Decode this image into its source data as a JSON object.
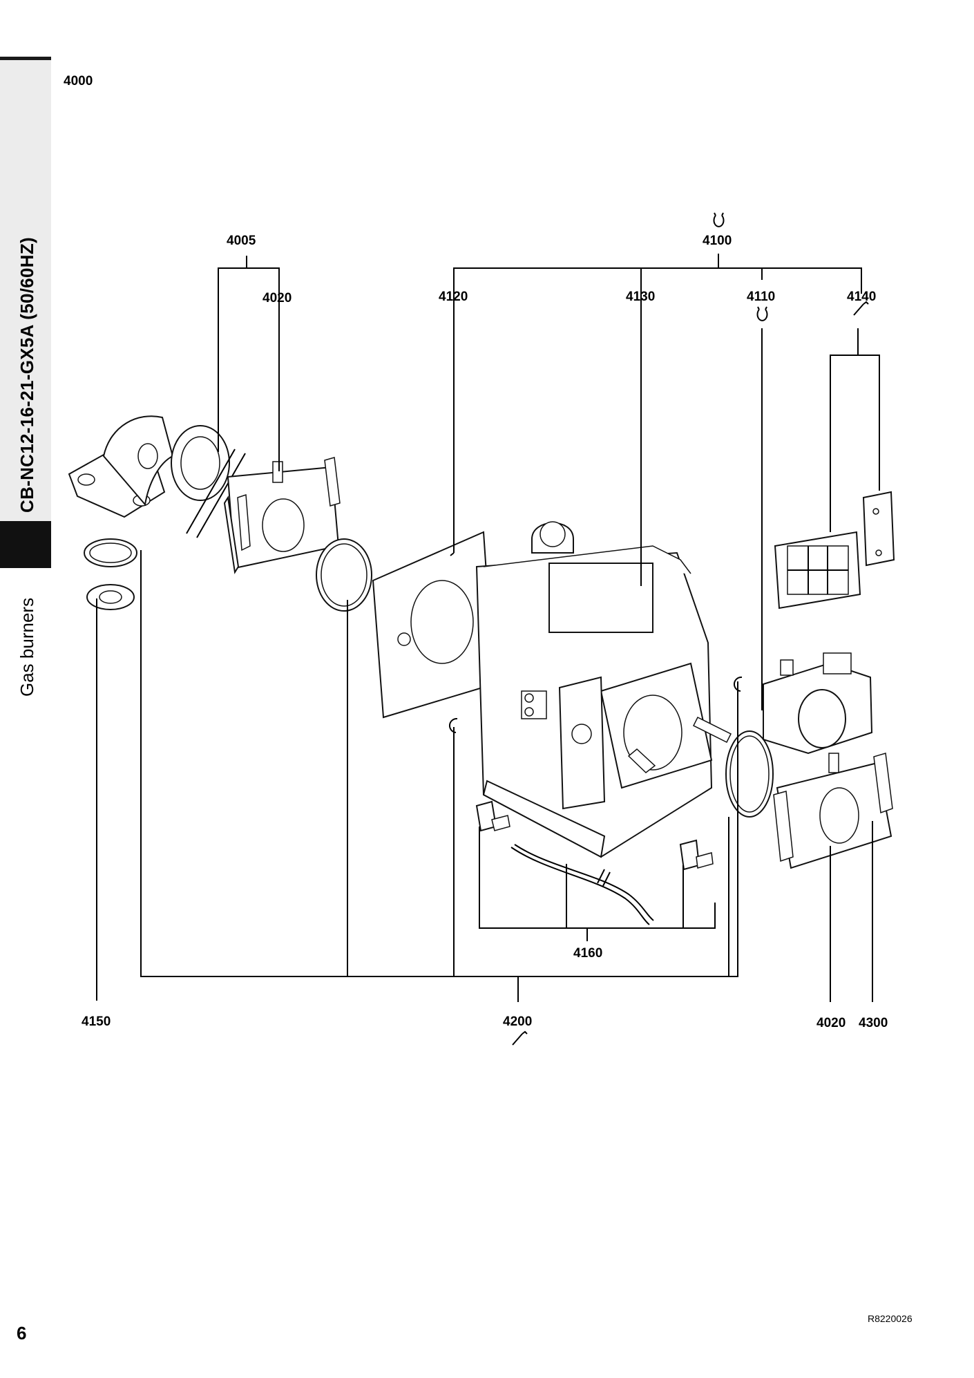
{
  "sidebar": {
    "model": "CB-NC12-16-21-GX5A (50/60HZ)",
    "section": "Gas burners"
  },
  "page": {
    "heading": "4000",
    "number": "6",
    "drawing_ref": "R8220026"
  },
  "parts": {
    "p4005": "4005",
    "p4020_top": "4020",
    "p4100": "4100",
    "p4120": "4120",
    "p4130": "4130",
    "p4110": "4110",
    "p4140": "4140",
    "p4160": "4160",
    "p4150": "4150",
    "p4200": "4200",
    "p4020_bottom": "4020",
    "p4300": "4300"
  },
  "icons": [
    "o-ring-icon",
    "wrench-icon"
  ]
}
